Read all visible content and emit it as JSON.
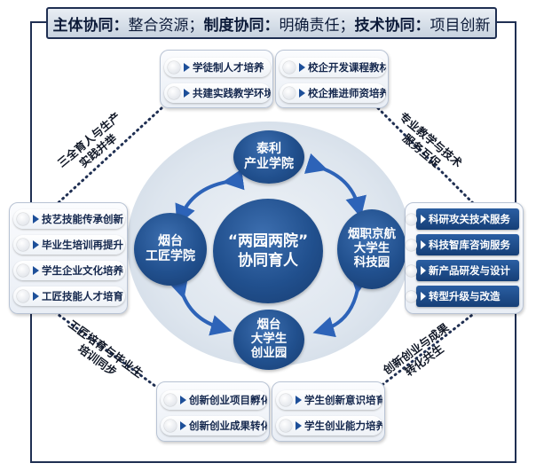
{
  "header": {
    "p1_label": "主体协同：",
    "p1_text": "整合资源；",
    "p2_label": "制度协同：",
    "p2_text": "明确责任；",
    "p3_label": "技术协同：",
    "p3_text": "项目创新"
  },
  "center": {
    "line1": "“两园两院”",
    "line2": "协同育人"
  },
  "nodes": {
    "top": {
      "line1": "泰利",
      "line2": "产业学院"
    },
    "left": {
      "line1": "烟台",
      "line2": "工匠学院"
    },
    "right": {
      "line1": "烟职京航",
      "line2": "大学生",
      "line3": "科技园"
    },
    "bottom": {
      "line1": "烟台",
      "line2": "大学生",
      "line3": "创业园"
    }
  },
  "panels": {
    "top_left": [
      "学徒制人才培养",
      "共建实践教学环境"
    ],
    "top_right": [
      "校企开发课程教材",
      "校企推进师资培养"
    ],
    "left": [
      "技艺技能传承创新",
      "毕业生培训再提升",
      "学生企业文化培养",
      "工匠技能人才培育"
    ],
    "right": [
      "科研攻关技术服务",
      "科技智库咨询服务",
      "新产品研发与设计",
      "转型升级与改造"
    ],
    "bottom_left": [
      "创新创业项目孵化",
      "创新创业成果转化"
    ],
    "bottom_right": [
      "学生创新意识培育",
      "学生创业能力培养"
    ]
  },
  "diagonals": {
    "top_left": {
      "line1": "三全育人与生产",
      "line2": "实践并举"
    },
    "top_right": {
      "line1": "专业教学与技术",
      "line2": "服务互促"
    },
    "bottom_left": {
      "line1": "工匠培育与毕业生",
      "line2": "培训同步"
    },
    "bottom_right": {
      "line1": "创新创业与成果",
      "line2": "转化共生"
    }
  },
  "colors": {
    "navy": "#1f2f52",
    "node_blue": "#21508e",
    "arrow_blue": "#2d63b8"
  }
}
